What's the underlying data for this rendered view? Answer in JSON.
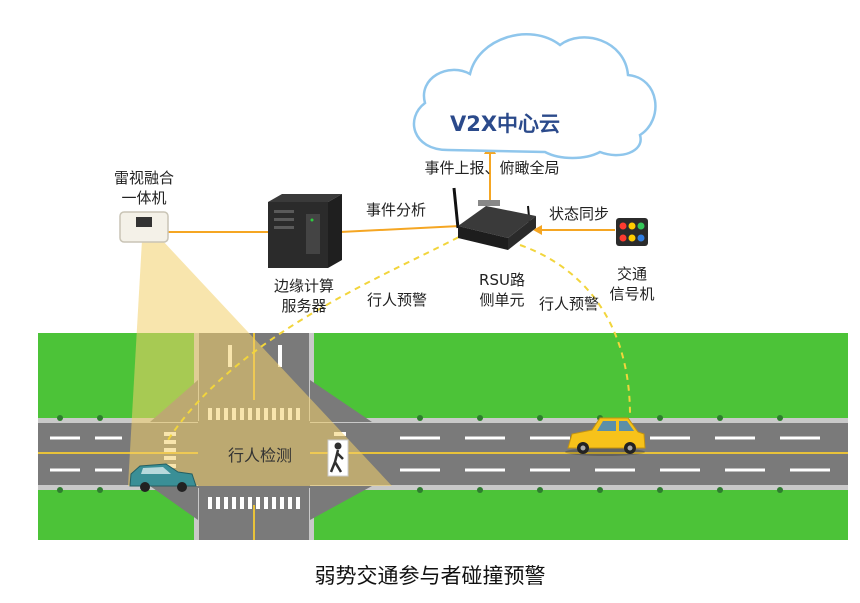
{
  "cloud": {
    "label": "V2X中心云"
  },
  "labels": {
    "event_report": "事件上报、俯瞰全局",
    "event_analysis": "事件分析",
    "state_sync": "状态同步",
    "pedestrian_warning_left": "行人预警",
    "pedestrian_warning_right": "行人预警",
    "pedestrian_detection": "行人检测"
  },
  "devices": {
    "radar": {
      "line1": "雷视融合",
      "line2": "一体机"
    },
    "edge_server": {
      "line1": "边缘计算",
      "line2": "服务器"
    },
    "rsu": {
      "line1": "RSU路",
      "line2": "侧单元"
    },
    "signal": {
      "line1": "交通",
      "line2": "信号机"
    }
  },
  "caption": "弱势交通参与者碰撞预警",
  "colors": {
    "link": "#f5a623",
    "dashed": "#f2d53c",
    "grass": "#4cc338",
    "road": "#7a7a7a",
    "cloud_stroke": "#8fc6ec",
    "cloud_text": "#2b4a8b",
    "car_yellow": "#f7c21a",
    "car_teal": "#3a8f96"
  }
}
